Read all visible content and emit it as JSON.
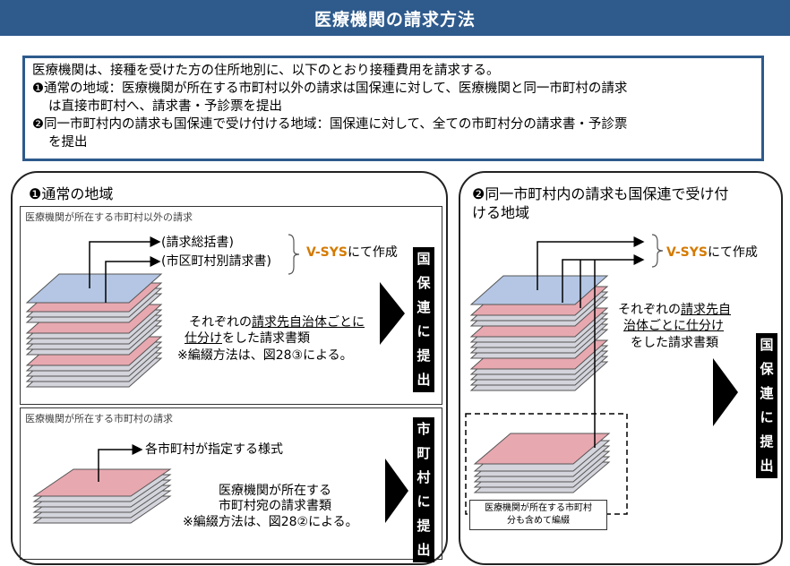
{
  "header": {
    "title": "医療機関の請求方法"
  },
  "summary": {
    "line1": "医療機関は、接種を受けた方の住所地別に、以下のとおり接種費用を請求する。",
    "line2a": "❶通常の地域：医療機関が所在する市町村以外の請求は国保連に対して、医療機関と同一市町村の請求",
    "line2b": "は直接市町村へ、請求書・予診票を提出",
    "line3a": "❷同一市町村内の請求も国保連で受け付ける地域：国保連に対して、全ての市町村分の請求書・予診票",
    "line3b": "を提出"
  },
  "left": {
    "title": "❶通常の地域",
    "top_box": {
      "header": "医療機関が所在する市町村以外の請求",
      "doc1": "(請求総括書)",
      "doc2": "(市区町村別請求書)",
      "vsys": "V-SYS",
      "vsys_suffix": "にて作成",
      "desc1_pre": "それぞれの",
      "desc1_u": "請求先自治体ごとに",
      "desc2_u": "仕分け",
      "desc2_post": "をした請求書類",
      "desc3": "※編綴方法は、図28③による。",
      "dest": [
        "国",
        "保",
        "連",
        "に",
        "提",
        "出"
      ]
    },
    "bottom_box": {
      "header": "医療機関が所在する市町村の請求",
      "doc": "各市町村が指定する様式",
      "desc1": "医療機関が所在する",
      "desc2": "市町村宛の請求書類",
      "desc3": "※編綴方法は、図28②による。",
      "dest": [
        "市",
        "町",
        "村",
        "に",
        "提",
        "出"
      ]
    }
  },
  "right": {
    "title1": "❷同一市町村内の請求も国保連で受け付",
    "title2": "ける地域",
    "vsys": "V-SYS",
    "vsys_suffix": "にて作成",
    "desc1_pre": "それぞれの",
    "desc1_u": "請求先自",
    "desc2_u": "治体ごとに仕分け",
    "desc3": "をした請求書類",
    "note1": "医療機関が所在する市町村",
    "note2": "分も含めて編綴",
    "dest": [
      "国",
      "保",
      "連",
      "に",
      "提",
      "出"
    ]
  },
  "colors": {
    "header_bg": "#2e5a8c",
    "blue_sheet": "#b4c6e4",
    "pink_sheet": "#e8a8b0",
    "gray_sheet": "#d4d4dc",
    "vsys": "#d47a00"
  }
}
